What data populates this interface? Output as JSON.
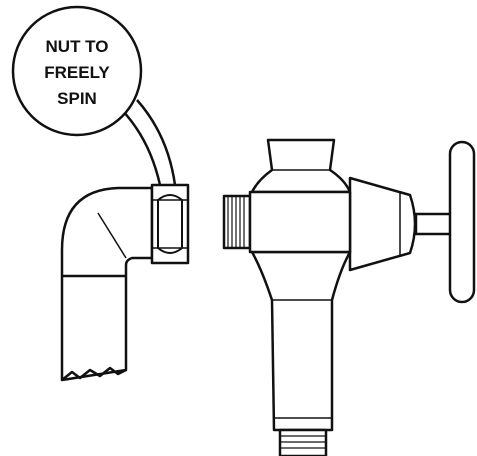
{
  "callout": {
    "line1": "NUT TO",
    "line2": "FREELY",
    "line3": "SPIN"
  },
  "colors": {
    "stroke": "#111111",
    "background": "#ffffff"
  }
}
